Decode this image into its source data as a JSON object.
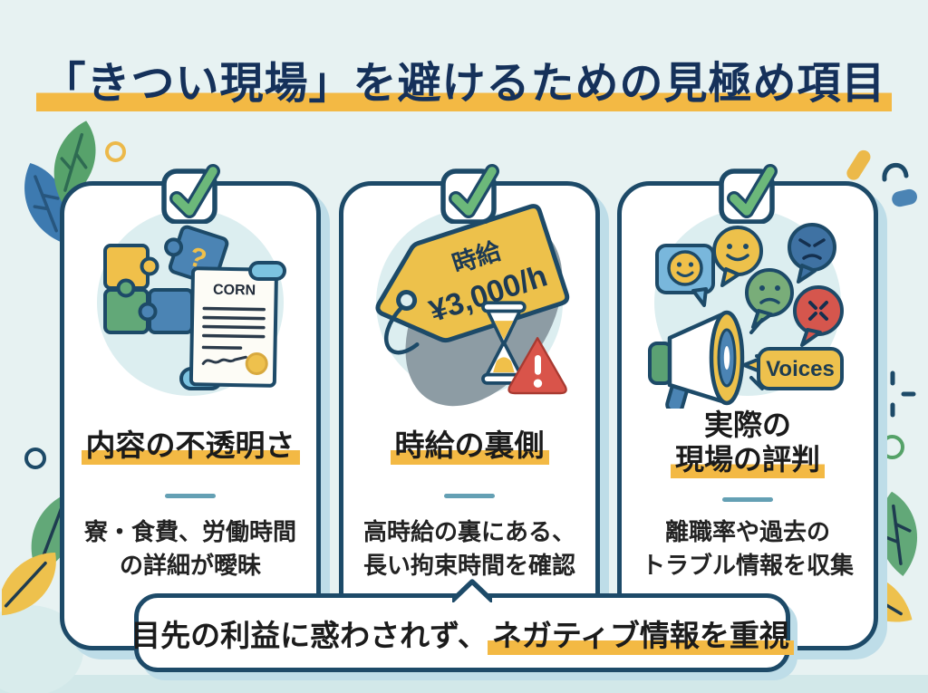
{
  "title": {
    "text": "「きつい現場」を避けるための見極め項目"
  },
  "colors": {
    "background": "#e7f2f2",
    "card_border": "#1d4a68",
    "highlight_yellow": "#f3b944",
    "check_green": "#6cb87a",
    "card_shadow": "#bedde8",
    "warning_red": "#d9544a"
  },
  "cards": [
    {
      "heading": "内容の不透明さ",
      "body_line1": "寮・食費、労働時間",
      "body_line2": "の詳細が曖昧",
      "icon": {
        "question_mark": "?",
        "document_label": "CORN"
      }
    },
    {
      "heading": "時給の裏側",
      "body_line1": "高時給の裏にある、",
      "body_line2": "長い拘束時間を確認",
      "icon": {
        "tag_line1": "時給",
        "tag_line2": "¥3,000/h"
      }
    },
    {
      "heading_line1": "実際の",
      "heading_line2": "現場の評判",
      "body_line1": "離職率や過去の",
      "body_line2": "トラブル情報を収集",
      "icon": {
        "bubble_label": "Voices"
      }
    }
  ],
  "banner": {
    "text_plain": "目先の利益に惑わされず、",
    "text_highlight": "ネガティブ情報を重視"
  }
}
